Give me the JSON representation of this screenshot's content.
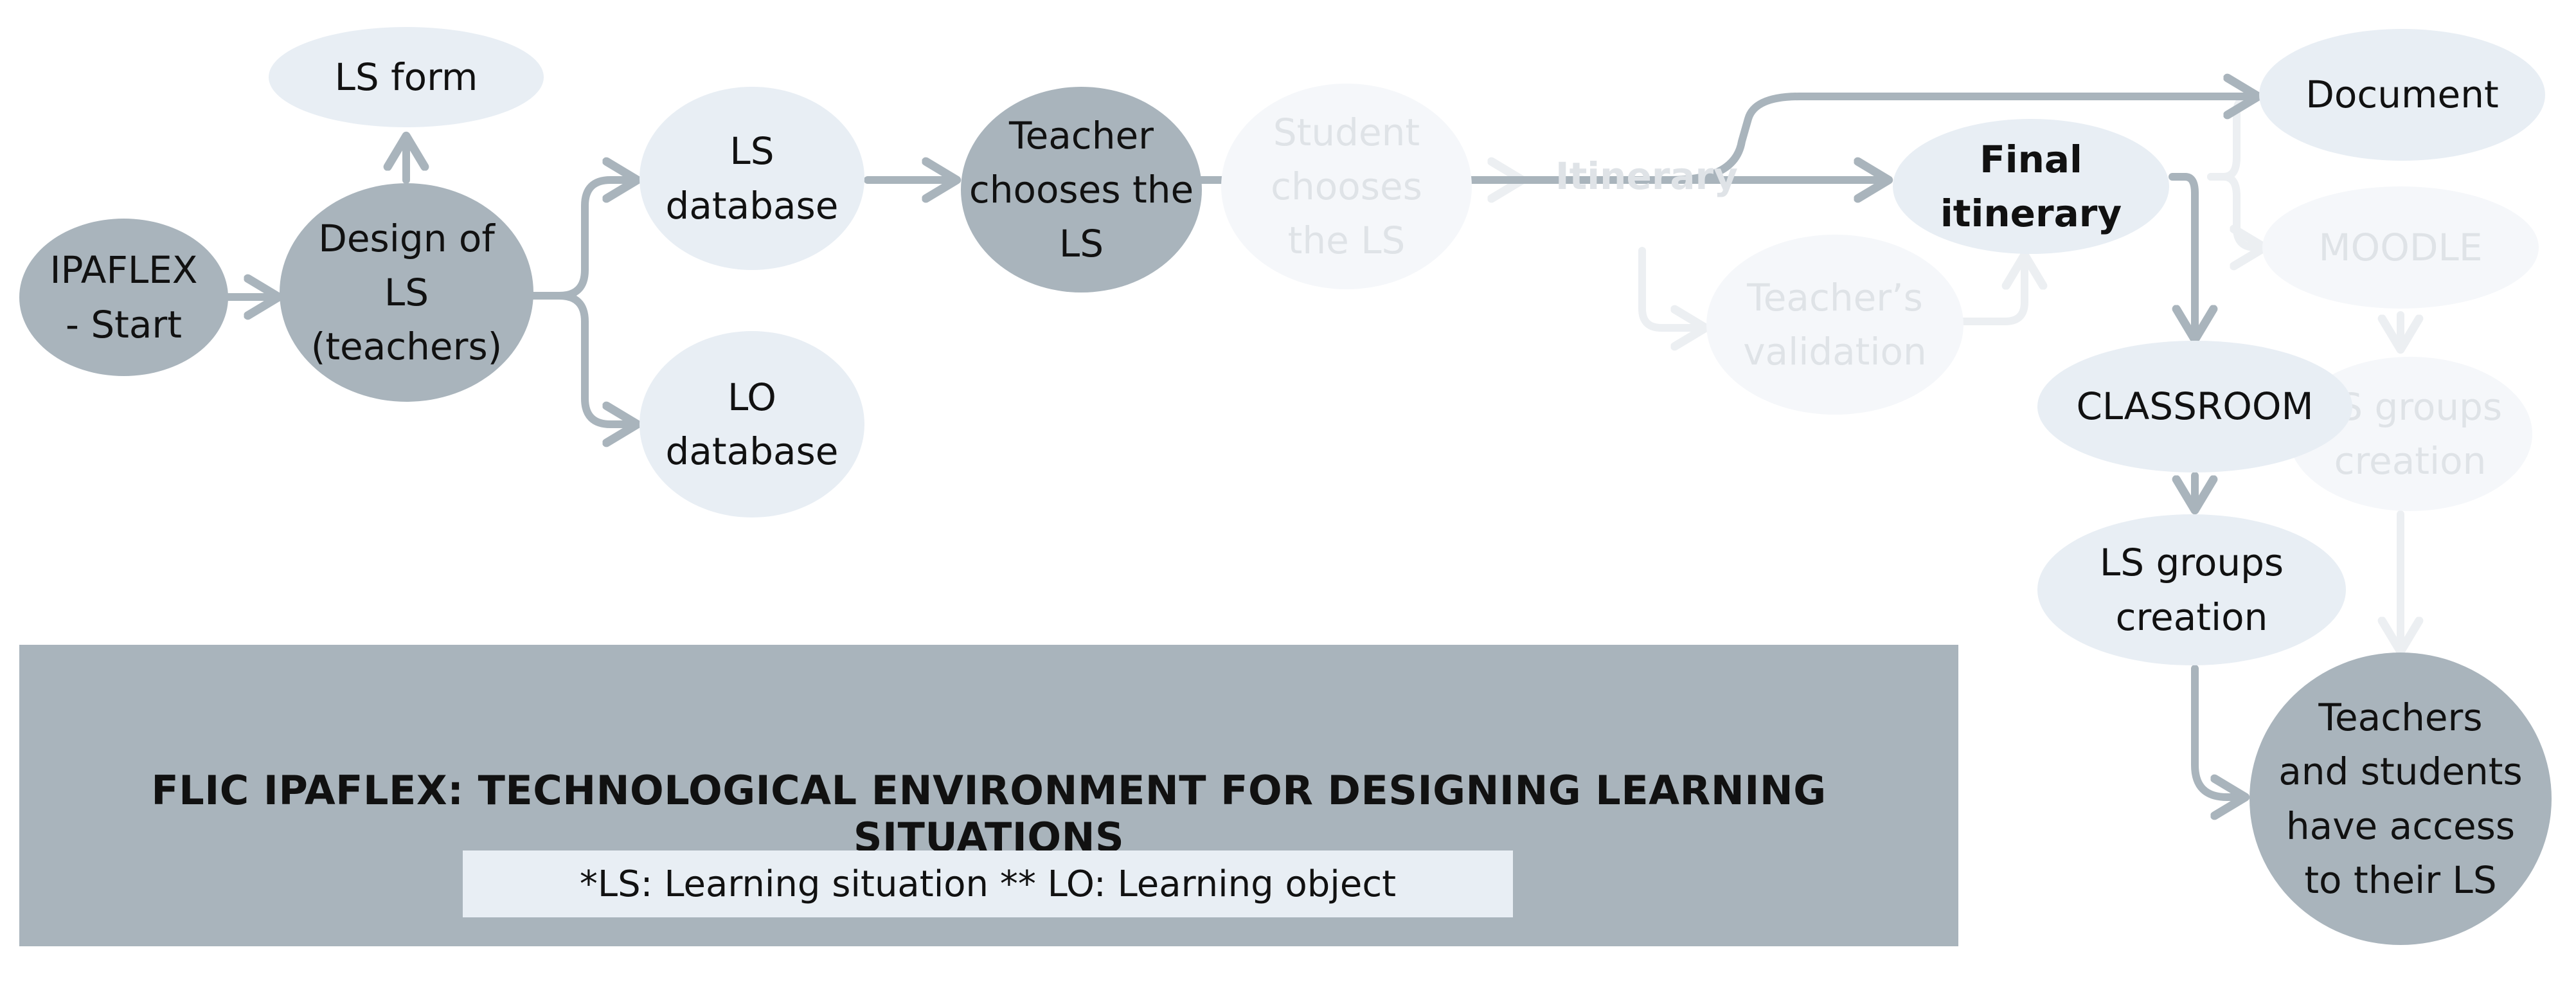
{
  "nodes": {
    "ipaflex_start": "IPAFLEX\n- Start",
    "ls_form": "LS form",
    "design_ls": "Design of\nLS\n(teachers)",
    "ls_database": "LS\ndatabase",
    "lo_database": "LO\ndatabase",
    "teacher_chooses": "Teacher\nchooses the\nLS",
    "student_chooses": "Student\nchooses\nthe LS",
    "itinerary": "Itinerary",
    "teacher_validation": "Teacher’s\nvalidation",
    "final_itinerary": "Final\nitinerary",
    "document": "Document",
    "moodle": "MOODLE",
    "moodle_groups": "LS groups\ncreation",
    "classroom": "CLASSROOM",
    "classroom_groups": "LS groups\ncreation",
    "access": "Teachers\nand students\nhave access\nto their LS"
  },
  "banner": {
    "title": "FLIC IPAFLEX: TECHNOLOGICAL ENVIRONMENT FOR DESIGNING LEARNING SITUATIONS",
    "note": "*LS: Learning situation ** LO: Learning object"
  },
  "colors": {
    "dark_node": "#a9b4bc",
    "light_node": "#e8eef4",
    "faded_node": "#f5f7fa",
    "arrow": "#a9b4bc",
    "faded_arrow": "#eceff2",
    "banner": "#a9b4bc"
  }
}
